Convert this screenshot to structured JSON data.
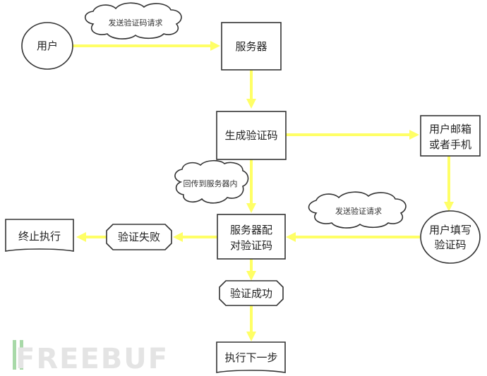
{
  "nodes": {
    "user": "用户",
    "server": "服务器",
    "gen": "生成验证码",
    "mail_l1": "用户邮箱",
    "mail_l2": "或者手机",
    "fill_l1": "用户填写",
    "fill_l2": "验证码",
    "compare_l1": "服务器配",
    "compare_l2": "对验证码",
    "fail": "验证失败",
    "stop": "终止执行",
    "success": "验证成功",
    "next": "执行下一步"
  },
  "clouds": {
    "request1": "发送验证码请求",
    "return": "回传到服务器内",
    "request2": "发送验证请求"
  },
  "watermark": "FREEBUF",
  "colors": {
    "edge": "#ffff66",
    "stroke": "#333333"
  }
}
